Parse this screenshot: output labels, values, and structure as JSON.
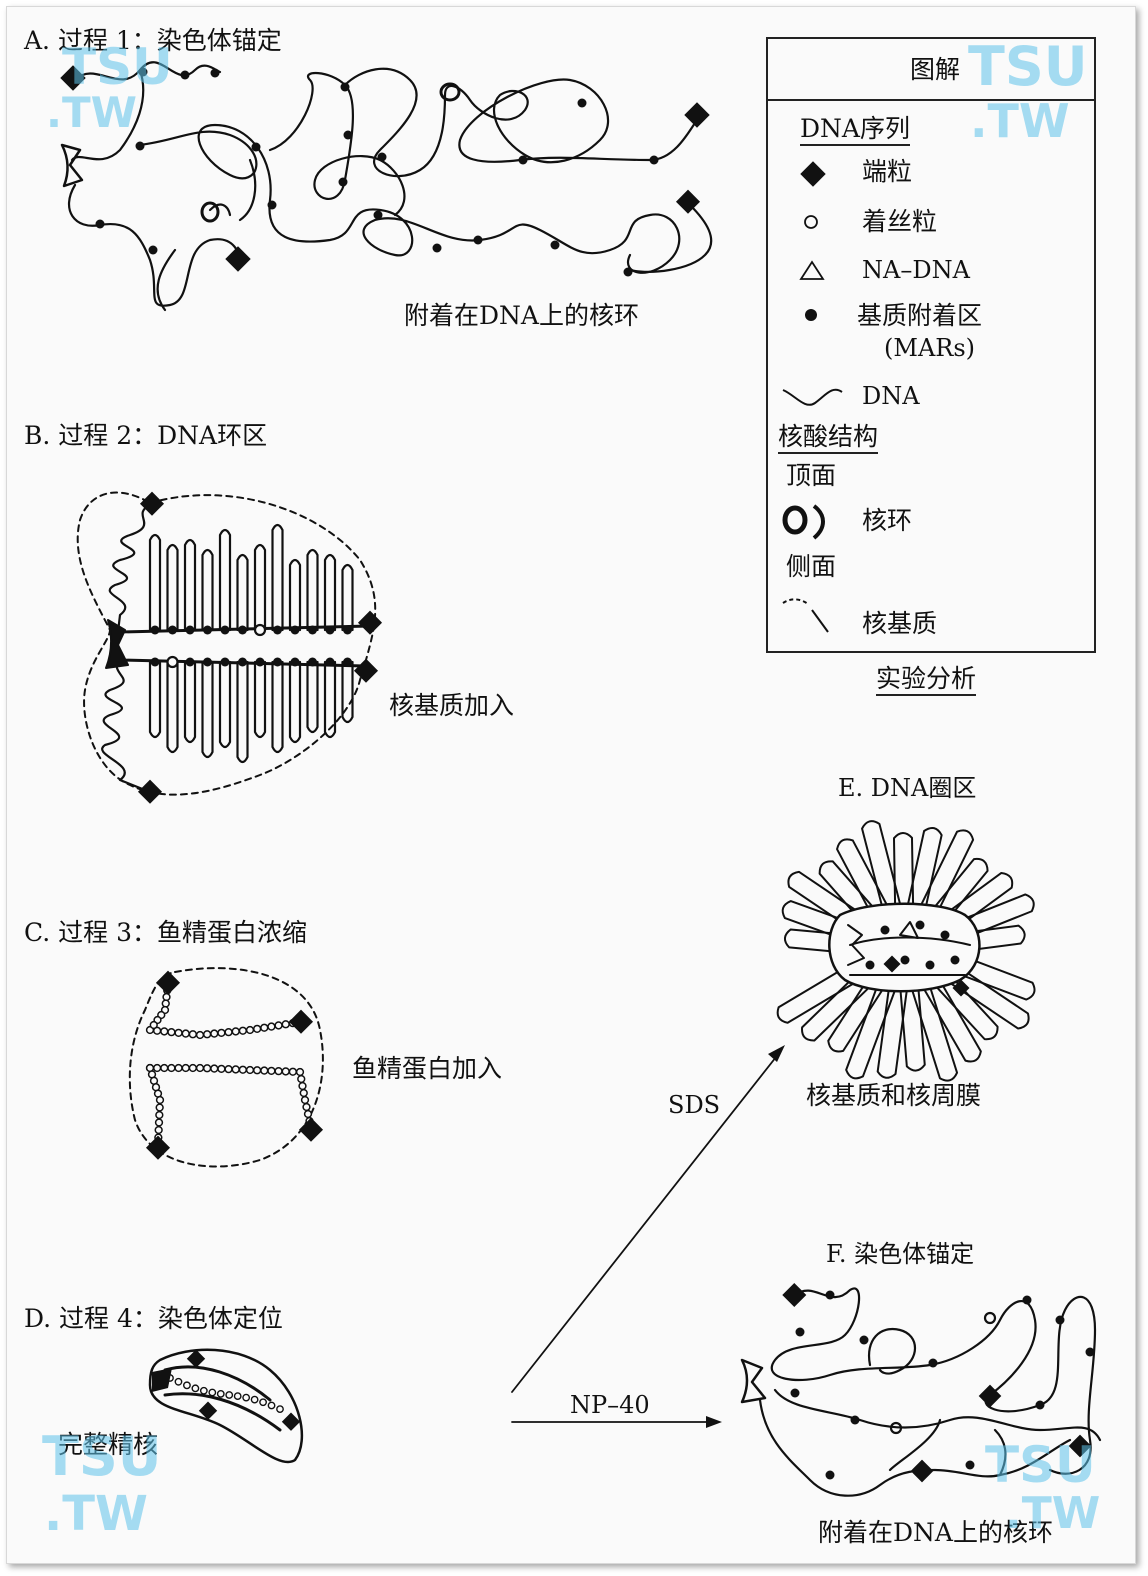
{
  "panels": {
    "a_title": "A. 过程 1：染色体锚定",
    "a_caption": "附着在DNA上的核环",
    "b_title": "B. 过程 2：DNA环区",
    "b_caption": "核基质加入",
    "c_title": "C. 过程 3：鱼精蛋白浓缩",
    "c_caption": "鱼精蛋白加入",
    "d_title": "D. 过程 4：染色体定位",
    "d_caption": "完整精核",
    "e_title": "E. DNA圈区",
    "e_caption": "核基质和核周膜",
    "f_title": "F. 染色体锚定",
    "f_caption": "附着在DNA上的核环"
  },
  "arrows": {
    "sds": "SDS",
    "np40": "NP–40"
  },
  "legend": {
    "title": "图解",
    "dna_seq_heading": "DNA序列",
    "telomere": "端粒",
    "centromere": "着丝粒",
    "na_dna": "NA–DNA",
    "mars_line1": "基质附着区",
    "mars_line2": "(MARs)",
    "dna": "DNA",
    "structure_heading": "核酸结构",
    "top_view": "顶面",
    "loop": "核环",
    "side_view": "侧面",
    "matrix": "核基质",
    "footer": "实验分析"
  },
  "watermark": {
    "top_left_1": "TSU",
    "top_left_2": ".TW",
    "top_right_1": "TSU",
    "top_right_2": ".TW",
    "bottom_left_1": "TSU",
    "bottom_left_2": ".TW",
    "bottom_right_1": "TSU",
    "bottom_right_2": ".TW"
  },
  "colors": {
    "ink": "#111111",
    "watermark": "#5ec3ea"
  }
}
